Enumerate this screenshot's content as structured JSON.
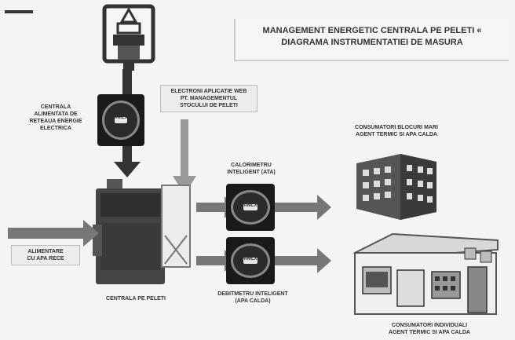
{
  "title": {
    "line1": "MANAGEMENT ENERGETIC CENTRALA PE PELETI «",
    "line2": "DIAGRAMA INSTRUMENTATIEI DE MASURA"
  },
  "labels": {
    "power_meter": [
      "CENTRALA",
      "ALIMENTATA DE",
      "RETEAUA ENERGIE",
      "ELECTRICA"
    ],
    "software": [
      "ELECTRONI APLICATIE WEB",
      "PT. MANAGEMENTUL",
      "STOCULUI DE PELETI"
    ],
    "consumers_block": [
      "CONSUMATORI BLOCURI MARI",
      "AGENT TERMIC SI APA CALDA"
    ],
    "heat_meter": [
      "CALORIMETRU",
      "INTELIGENT (ATA)"
    ],
    "water_meter": [
      "DEBITMETRU INTELIGENT",
      "(APA CALDA)"
    ],
    "cold_water_in": [
      "ALIMENTARE",
      "CU APA RECE"
    ],
    "boiler": "CENTRALA PE PELETI",
    "consumers_house": [
      "CONSUMATORI INDIVIDUALI",
      "AGENT TERMIC SI APA CALDA"
    ]
  },
  "icons": {
    "silo": "pellet-silo-icon",
    "power_meter": "electric-meter-icon",
    "boiler": "pellet-boiler-icon",
    "heat_meter": "heat-meter-icon",
    "water_meter": "water-meter-icon",
    "apartment": "apartment-building-icon",
    "house": "house-cutaway-icon"
  },
  "meter_text": {
    "power": "AMLX",
    "heat": "AMLX",
    "water": "AMLX"
  }
}
